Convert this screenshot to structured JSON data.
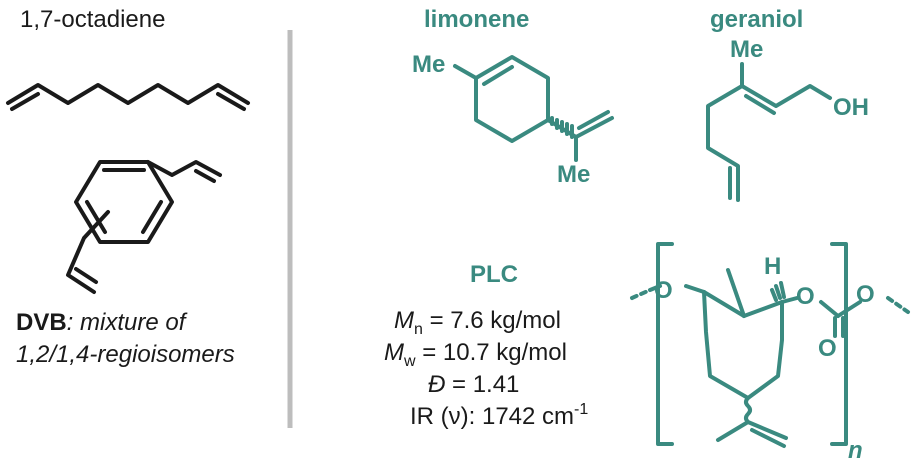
{
  "left": {
    "octadiene_label": "1,7-octadiene",
    "dvb_bold": "DVB",
    "dvb_rest": ": mixture of",
    "dvb_line2": "1,2/1,4-regioisomers"
  },
  "right": {
    "limonene_label": "limonene",
    "geraniol_label": "geraniol",
    "me_1": "Me",
    "me_2": "Me",
    "me_3": "Me",
    "oh": "OH",
    "plc_label": "PLC",
    "mn_sym": "M",
    "mn_sub": "n",
    "mn_val": " = 7.6 kg/mol",
    "mw_sym": "M",
    "mw_sub": "w",
    "mw_val": " = 10.7 kg/mol",
    "disp_sym": "Đ",
    "disp_val": " = 1.41",
    "ir_text": "IR (ν): 1742 cm",
    "ir_sup": "-1",
    "poly_o1": "O",
    "poly_o2": "O",
    "poly_o3": "O",
    "poly_o4": "O",
    "poly_h": "H",
    "poly_n": "n"
  },
  "colors": {
    "teal": "#3a8a80",
    "black": "#1a1a1a",
    "divider": "#bdbdbd"
  }
}
